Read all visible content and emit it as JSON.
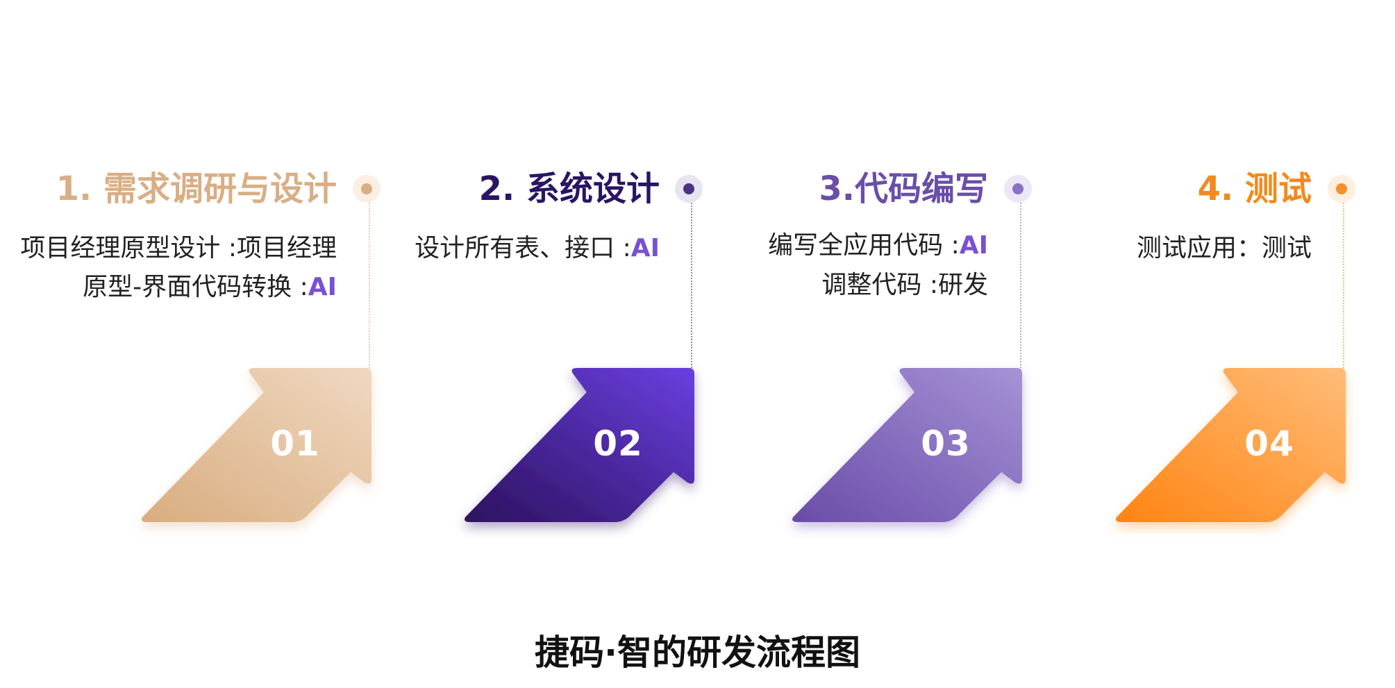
{
  "caption": "捷码·智的研发流程图",
  "steps": [
    {
      "title": "1. 需求调研与设计",
      "number": "01",
      "title_color": "#d9ae84",
      "dot_color": "#d9ae84",
      "dot_bg": "#fbeee3",
      "gradient": [
        "#d9ad80",
        "#efd8c0"
      ],
      "lines": [
        {
          "text": "项目经理原型设计 :",
          "role": "项目经理",
          "role_is_ai": false
        },
        {
          "text": "原型-界面代码转换 :",
          "role": "AI",
          "role_is_ai": true
        }
      ]
    },
    {
      "title": "2. 系统设计",
      "number": "02",
      "title_color": "#2a1464",
      "dot_color": "#4a3482",
      "dot_bg": "#e7e3ef",
      "gradient": [
        "#2c115e",
        "#6a3fe0"
      ],
      "lines": [
        {
          "text": "设计所有表、接口 :",
          "role": "AI",
          "role_is_ai": true
        }
      ]
    },
    {
      "title": "3.代码编写",
      "number": "03",
      "title_color": "#6a4ea8",
      "dot_color": "#8a72c2",
      "dot_bg": "#ece7f6",
      "gradient": [
        "#6a4ca8",
        "#a592d6"
      ],
      "lines": [
        {
          "text": "编写全应用代码 :",
          "role": "AI",
          "role_is_ai": true
        },
        {
          "text": "调整代码 :",
          "role": "研发",
          "role_is_ai": false
        }
      ]
    },
    {
      "title": "4. 测试",
      "number": "04",
      "title_color": "#f28a1c",
      "dot_color": "#f5902a",
      "dot_bg": "#fdeede",
      "gradient": [
        "#ff8412",
        "#ffbc78"
      ],
      "lines": [
        {
          "text": "测试应用：",
          "role": "测试",
          "role_is_ai": false
        }
      ]
    }
  ]
}
